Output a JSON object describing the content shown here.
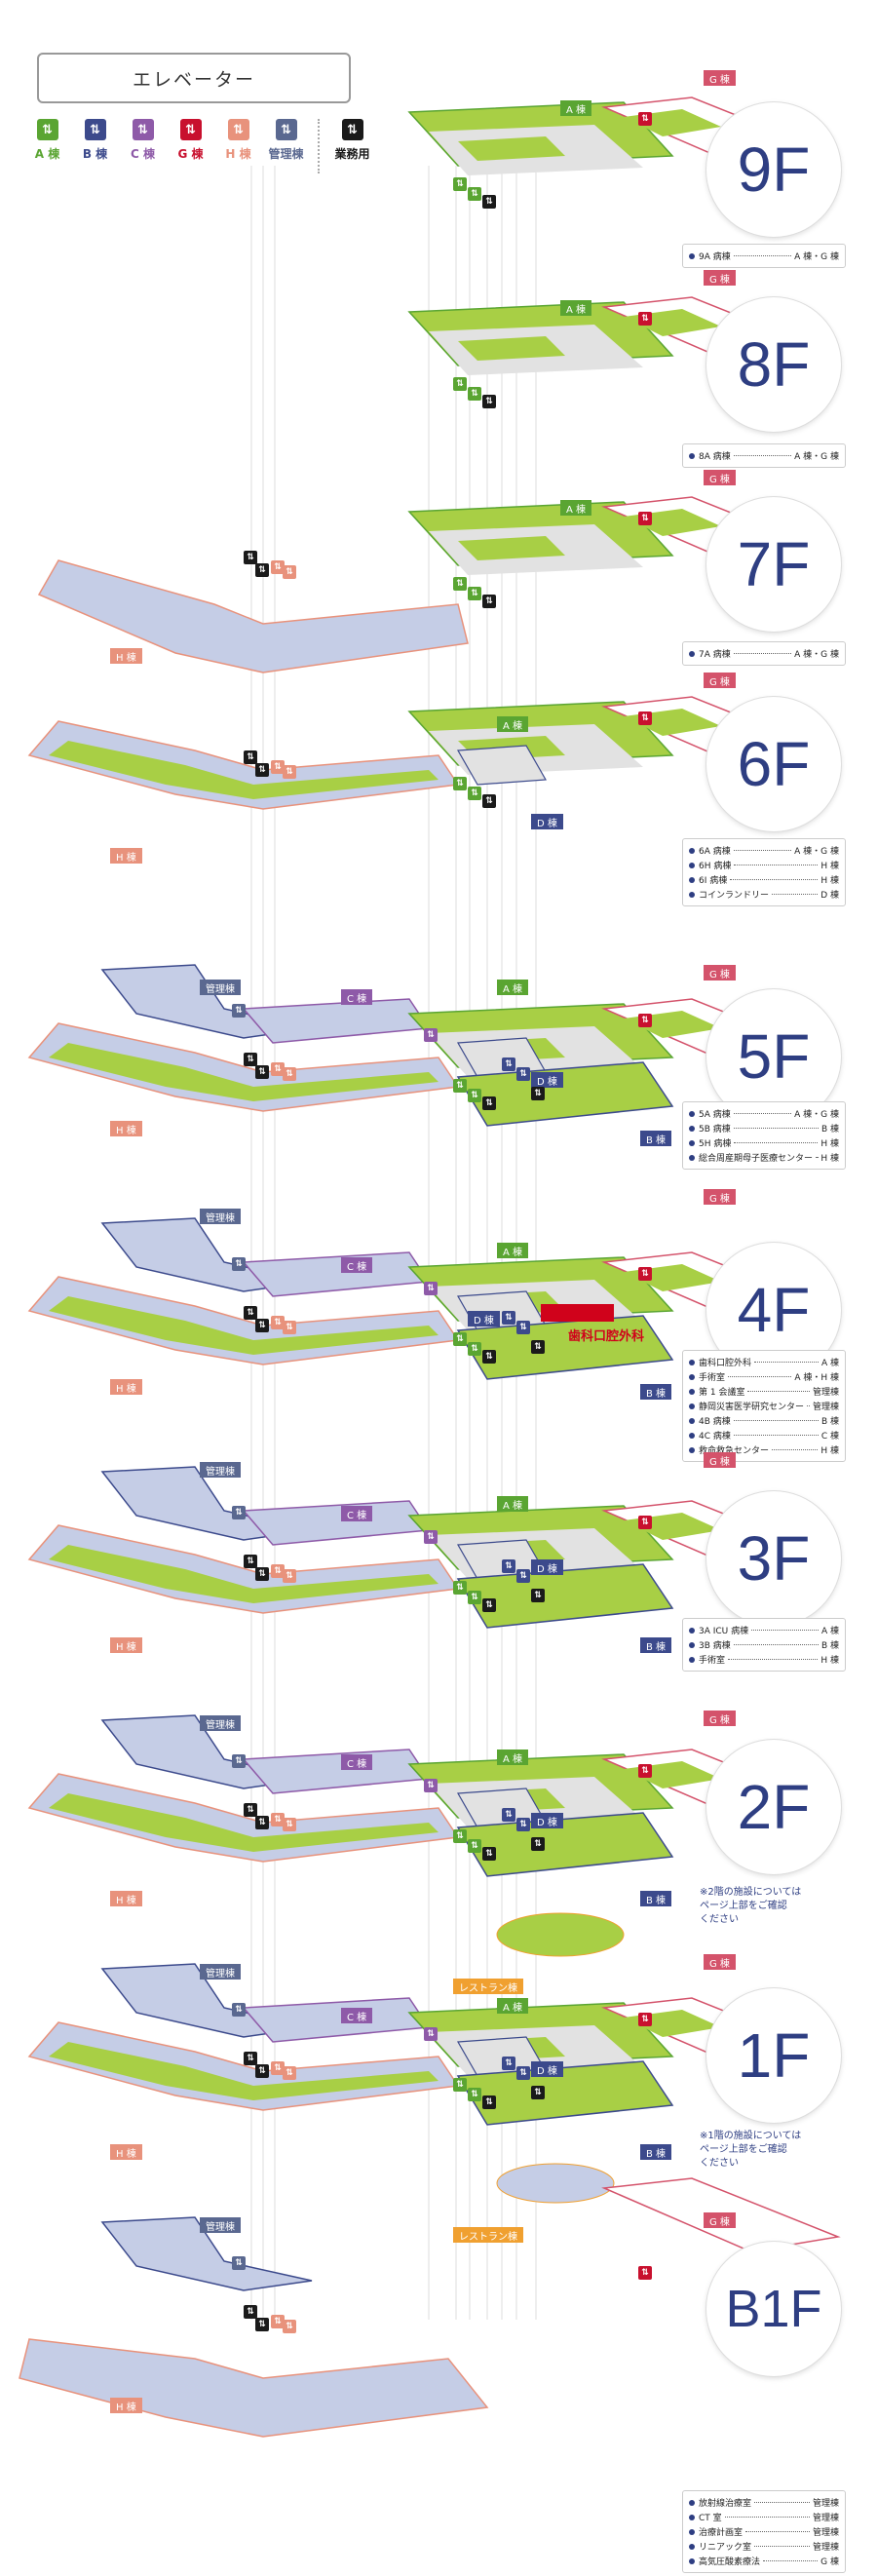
{
  "title": "エレベーター",
  "legend": [
    {
      "label": "A 棟",
      "color": "#5aa532"
    },
    {
      "label": "B 棟",
      "color": "#3c4a8c"
    },
    {
      "label": "C 棟",
      "color": "#8e5aa8"
    },
    {
      "label": "G 棟",
      "color": "#c8102e"
    },
    {
      "label": "H 棟",
      "color": "#e8927c"
    },
    {
      "label": "管理棟",
      "color": "#5a6890"
    },
    {
      "label": "業務用",
      "color": "#1a1a1a"
    }
  ],
  "building_tags": {
    "A": "A 棟",
    "B": "B 棟",
    "C": "C 棟",
    "D": "D 棟",
    "G": "G 棟",
    "H": "H 棟",
    "admin": "管理棟",
    "restaurant": "レストラン棟"
  },
  "colors": {
    "floor_green": "#a8cf45",
    "floor_blue": "#c5cde6",
    "floor_gray": "#e2e2e2",
    "a_outline": "#5aa532",
    "g_outline": "#d4536b",
    "h_outline": "#e8927c",
    "admin_outline": "#3c4a8c",
    "c_outline": "#8e5aa8",
    "restaurant_outline": "#f0a030",
    "badge_text": "#2e3e82",
    "dental": "#d0021b"
  },
  "floors": [
    {
      "label": "9F",
      "info": [
        {
          "name": "9A 病棟",
          "building": "A 棟・G 棟"
        }
      ]
    },
    {
      "label": "8F",
      "info": [
        {
          "name": "8A 病棟",
          "building": "A 棟・G 棟"
        }
      ]
    },
    {
      "label": "7F",
      "info": [
        {
          "name": "7A 病棟",
          "building": "A 棟・G 棟"
        }
      ]
    },
    {
      "label": "6F",
      "info": [
        {
          "name": "6A 病棟",
          "building": "A 棟・G 棟"
        },
        {
          "name": "6H 病棟",
          "building": "H 棟"
        },
        {
          "name": "6I 病棟",
          "building": "H 棟"
        },
        {
          "name": "コインランドリー",
          "building": "D 棟"
        }
      ]
    },
    {
      "label": "5F",
      "info": [
        {
          "name": "5A 病棟",
          "building": "A 棟・G 棟"
        },
        {
          "name": "5B 病棟",
          "building": "B 棟"
        },
        {
          "name": "5H 病棟",
          "building": "H 棟"
        },
        {
          "name": "総合周産期母子医療センター",
          "building": "H 棟"
        }
      ]
    },
    {
      "label": "4F",
      "info": [
        {
          "name": "歯科口腔外科",
          "building": "A 棟"
        },
        {
          "name": "手術室",
          "building": "A 棟・H 棟"
        },
        {
          "name": "第 1 会議室",
          "building": "管理棟"
        },
        {
          "name": "静岡災害医学研究センター",
          "building": "管理棟"
        },
        {
          "name": "4B 病棟",
          "building": "B 棟"
        },
        {
          "name": "4C 病棟",
          "building": "C 棟"
        },
        {
          "name": "救命救急センター",
          "building": "H 棟"
        }
      ]
    },
    {
      "label": "3F",
      "info": [
        {
          "name": "3A ICU 病棟",
          "building": "A 棟"
        },
        {
          "name": "3B 病棟",
          "building": "B 棟"
        },
        {
          "name": "手術室",
          "building": "H 棟"
        }
      ]
    },
    {
      "label": "2F",
      "note": "※2階の施設については\nページ上部をご確認\nください"
    },
    {
      "label": "1F",
      "note": "※1階の施設については\nページ上部をご確認\nください"
    },
    {
      "label": "B1F",
      "info": [
        {
          "name": "放射線治療室",
          "building": "管理棟"
        },
        {
          "name": "CT 室",
          "building": "管理棟"
        },
        {
          "name": "治療計画室",
          "building": "管理棟"
        },
        {
          "name": "リニアック室",
          "building": "管理棟"
        },
        {
          "name": "高気圧酸素療法",
          "building": "G 棟"
        }
      ]
    }
  ],
  "highlight": {
    "label": "歯科口腔外科"
  },
  "elevator_glyph": "⇅"
}
